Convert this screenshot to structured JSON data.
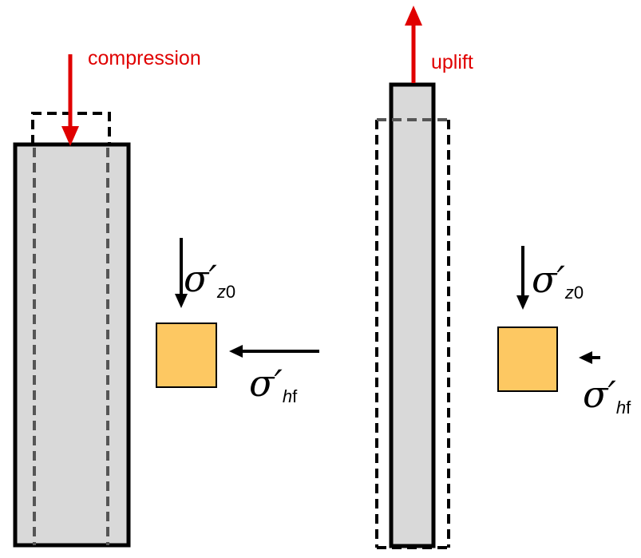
{
  "left_panel": {
    "load_label": "compression",
    "vertical_stress": {
      "symbol": "σ′",
      "subscript_italic": "z",
      "subscript_upright": "0"
    },
    "horizontal_stress": {
      "symbol": "σ′",
      "subscript_italic": "h",
      "subscript_upright": "f"
    }
  },
  "right_panel": {
    "load_label": "uplift",
    "vertical_stress": {
      "symbol": "σ′",
      "subscript_italic": "z",
      "subscript_upright": "0"
    },
    "horizontal_stress": {
      "symbol": "σ′",
      "subscript_italic": "h",
      "subscript_upright": "f"
    }
  },
  "colors": {
    "load_arrow": "#e00000",
    "pile_fill": "#d9d9d9",
    "soil_element": "#fdc862",
    "outline": "#000000"
  }
}
